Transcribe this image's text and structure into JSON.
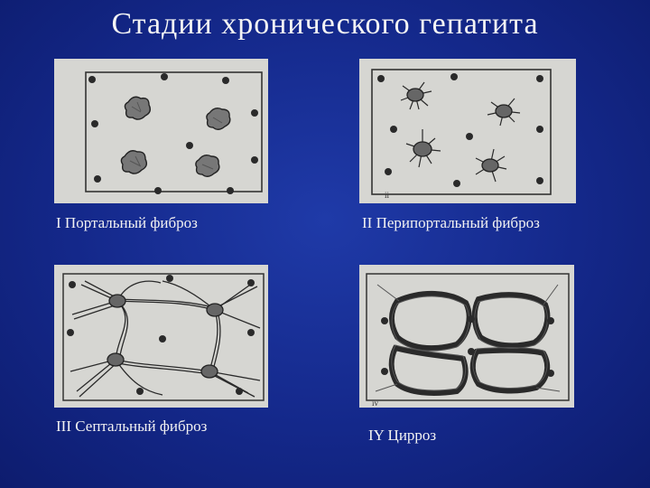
{
  "slide": {
    "title": "Стадии хронического гепатита"
  },
  "panels": [
    {
      "caption": "I Портальный фиброз",
      "roman_mark": ""
    },
    {
      "caption": "II Перипортальный фиброз",
      "roman_mark": "ii"
    },
    {
      "caption": "III Септальный фиброз",
      "roman_mark": ""
    },
    {
      "caption": "IY Цирроз",
      "roman_mark": "iv"
    }
  ],
  "colors": {
    "background": "#14288a",
    "panel": "#d6d6d2",
    "ink": "#2a2a2a",
    "text": "#f2f2f2"
  }
}
